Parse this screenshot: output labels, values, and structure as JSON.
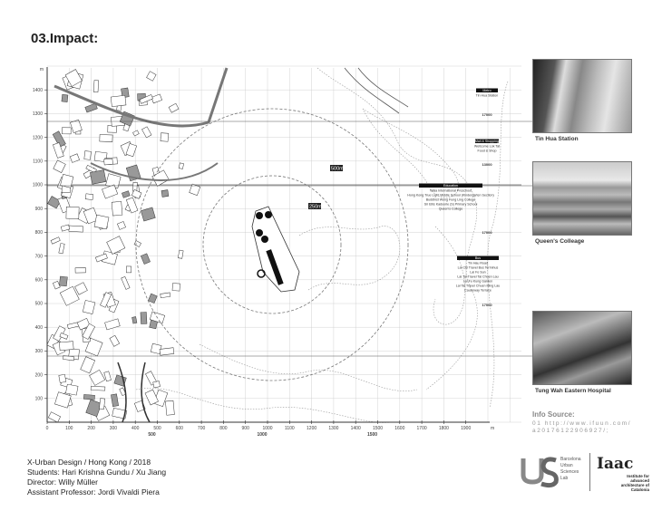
{
  "title": "03.Impact:",
  "axes": {
    "unit": "m",
    "x_ticks": [
      "0",
      "100",
      "200",
      "300",
      "400",
      "500",
      "600",
      "700",
      "800",
      "900",
      "1000",
      "1100",
      "1200",
      "1300",
      "1400",
      "1500",
      "1600",
      "1700",
      "1800",
      "1900"
    ],
    "y_ticks": [
      "100",
      "200",
      "300",
      "400",
      "500",
      "600",
      "700",
      "800",
      "900",
      "1000",
      "1100",
      "1200",
      "1300",
      "1400"
    ],
    "x_bold": [
      "500",
      "1000",
      "1500"
    ]
  },
  "radii": {
    "inner": "250m",
    "outer": "500m"
  },
  "labels": [
    {
      "head": "Metro",
      "items": [
        "Tin Hua Station"
      ],
      "contour": "17000"
    },
    {
      "head": "Mall & Shopping",
      "items": [
        "Wellcome Lok Tat",
        "Food & Shop"
      ],
      "contour": "13000"
    },
    {
      "head": "Education",
      "items": [
        "Wala International Preschool",
        "Hong Kong True Light Middle School (Kindergarten Section)",
        "Buddhist Wong Fung Ling College",
        "Sir Ellis Kadoorie (S) Primary School",
        "Queen's College"
      ],
      "contour": "17000"
    },
    {
      "head": "Bus",
      "items": [
        "Tin Hau Road",
        "Lai Chi Travel Bus Terminus",
        "Lai Fo Sun",
        "Lai Tai Travel Tai Chuen Lau",
        "Lai Fu Kung Garden",
        "Lai Tai Travel Chuen Ming Lau",
        "Causeway Terrace"
      ],
      "contour": "17000"
    }
  ],
  "photos": [
    {
      "caption": "Tin Hua Station"
    },
    {
      "caption": "Queen's Colleage"
    },
    {
      "caption": "Tung Wah Eastern Hospital"
    }
  ],
  "info": {
    "title": "Info Source:",
    "source": "01 http://www.ifuun.com/ a20176122906927/;"
  },
  "credits": [
    "X-Urban Design / Hong Kong / 2018",
    "Students: Hari Krishna Gundu / Xu Jiang",
    "Director: Willy Müller",
    "Assistant Professor: Jordi Vivaldi Piera"
  ],
  "logos": {
    "ucs_lines": [
      "Barcelona",
      "Urban",
      "Sciences",
      "Lab"
    ],
    "iaac": "Iaac",
    "iaac_sub": "Institute for advanced architecture of Catalonia"
  },
  "colors": {
    "grid": "#c8c8c8",
    "axis": "#333333",
    "label_bg": "#111111"
  }
}
